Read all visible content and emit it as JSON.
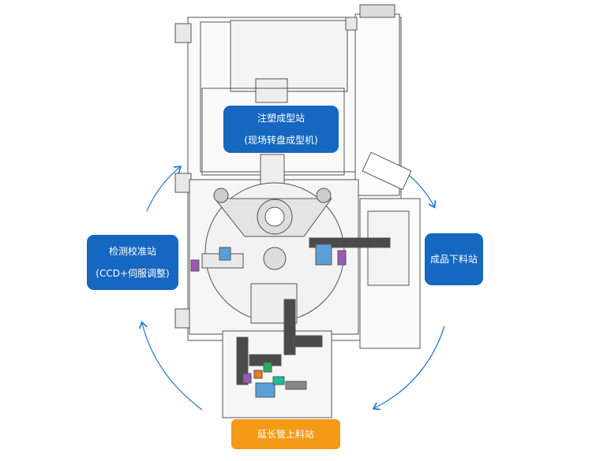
{
  "stations": {
    "molding": {
      "title": "注塑成型站",
      "subtitle": "(现场转盘成型机)"
    },
    "inspection": {
      "title": "检测校准站",
      "subtitle": "(CCD+伺服调整)"
    },
    "finished": {
      "title": "成品下料站"
    },
    "loading": {
      "title": "延长管上料站"
    }
  },
  "colors": {
    "station_box": "#1567c0",
    "loading_box": "#f39a16",
    "arrow": "#2f7fd0",
    "machine_line": "#555555"
  }
}
